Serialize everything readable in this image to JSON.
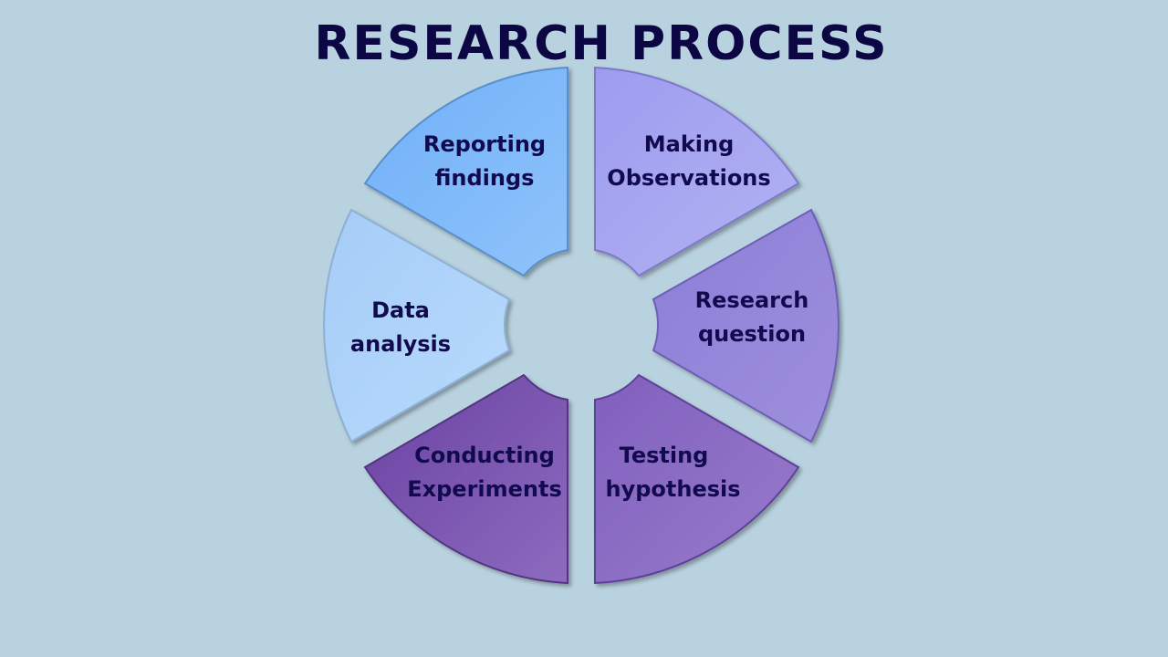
{
  "title": "RESEARCH PROCESS",
  "colors": {
    "background": "#b9d2df",
    "title_text": "#0c0744",
    "label_text": "#110a4e"
  },
  "segments": [
    {
      "id": "making-observations",
      "line1": "Making",
      "line2": "Observations",
      "color": "#a6a6f0"
    },
    {
      "id": "research-question",
      "line1": "Research",
      "line2": "question",
      "color": "#9486da"
    },
    {
      "id": "testing-hypothesis",
      "line1": "Testing",
      "line2": "hypothesis",
      "color": "#8c6cc4"
    },
    {
      "id": "conducting-experiments",
      "line1": "Conducting",
      "line2": "Experiments",
      "color": "#7a55ae"
    },
    {
      "id": "data-analysis",
      "line1": "Data",
      "line2": "analysis",
      "color": "#b1d4fb"
    },
    {
      "id": "reporting-findings",
      "line1": "Reporting",
      "line2": "findings",
      "color": "#80bafa"
    }
  ]
}
